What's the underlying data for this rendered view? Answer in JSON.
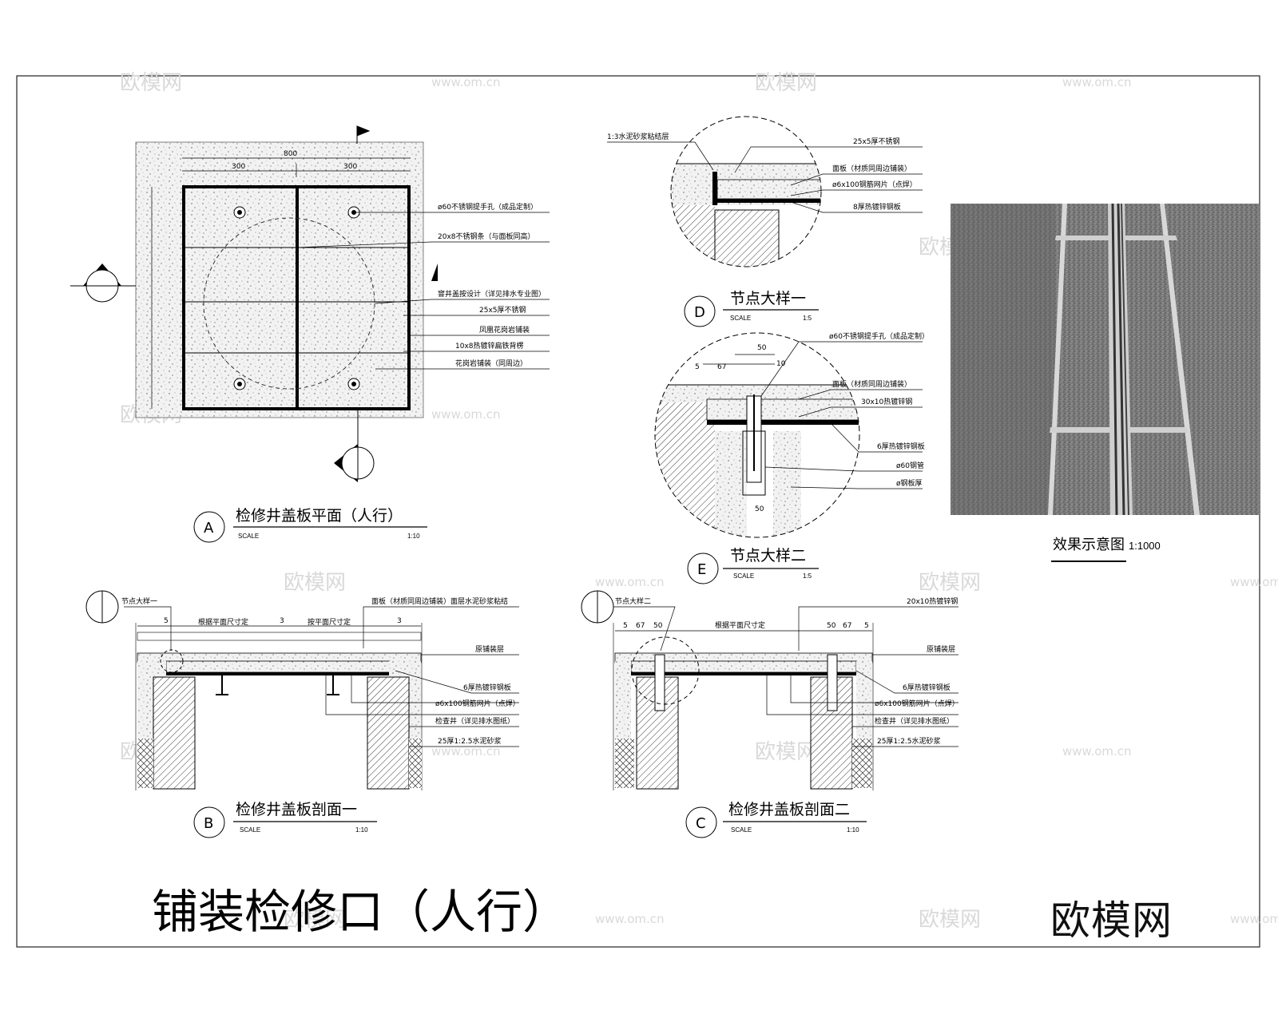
{
  "watermarks": {
    "brand_cn": "欧模网",
    "url": "www.om.cn"
  },
  "title": "铺装检修口（人行）",
  "brand_logo": "欧模网",
  "effect": {
    "title": "效果示意图",
    "scale": "1:1000"
  },
  "views": {
    "A": {
      "mark": "A",
      "title": "检修井盖板平面（人行）",
      "scale_word": "SCALE",
      "scale": "1:10"
    },
    "B": {
      "mark": "B",
      "title": "检修井盖板剖面一",
      "scale_word": "SCALE",
      "scale": "1:10"
    },
    "C": {
      "mark": "C",
      "title": "检修井盖板剖面二",
      "scale_word": "SCALE",
      "scale": "1:10"
    },
    "D": {
      "mark": "D",
      "title": "节点大样一",
      "scale_word": "SCALE",
      "scale": "1:5"
    },
    "E": {
      "mark": "E",
      "title": "节点大样二",
      "scale_word": "SCALE",
      "scale": "1:5"
    }
  },
  "plan_labels": [
    "ø60不锈钢提手孔（成品定制）",
    "20x8不锈钢条（与面板同高）",
    "窨井盖按设计（详见排水专业图）",
    "25x5厚不锈钢",
    "凤凰花岗岩铺装",
    "10x8热镀锌扁铁背楞",
    "花岗岩铺装（同周边）"
  ],
  "plan_dims": [
    "800",
    "300",
    "300"
  ],
  "detail_d_labels": [
    "1:3水泥砂浆粘结层",
    "25x5厚不锈钢",
    "面板（材质同周边铺装）",
    "ø6x100钢筋网片（点焊）",
    "8厚热镀锌钢板"
  ],
  "detail_e_labels": [
    "ø60不锈钢提手孔（成品定制）",
    "面板（材质同周边铺装）",
    "30x10热镀锌钢",
    "6厚热镀锌钢板",
    "ø60钢管",
    "ø钢板厚"
  ],
  "detail_e_dims": [
    "50",
    "10",
    "67",
    "5",
    "50"
  ],
  "section_b_labels": [
    "节点大样一",
    "面板（材质同周边铺装）面层水泥砂浆粘结",
    "根据平面尺寸定",
    "按平面尺寸定",
    "原铺装层",
    "6厚热镀锌钢板",
    "ø6x100钢筋网片（点焊）",
    "检查井（详见排水图纸）",
    "25厚1:2.5水泥砂浆"
  ],
  "section_c_labels": [
    "节点大样二",
    "20x10热镀锌钢",
    "根据平面尺寸定",
    "原铺装层",
    "6厚热镀锌钢板",
    "ø6x100钢筋网片（点焊）",
    "检查井（详见排水图纸）",
    "25厚1:2.5水泥砂浆"
  ],
  "section_dims": [
    "5",
    "3",
    "3",
    "5",
    "67",
    "50",
    "50",
    "67",
    "5"
  ]
}
